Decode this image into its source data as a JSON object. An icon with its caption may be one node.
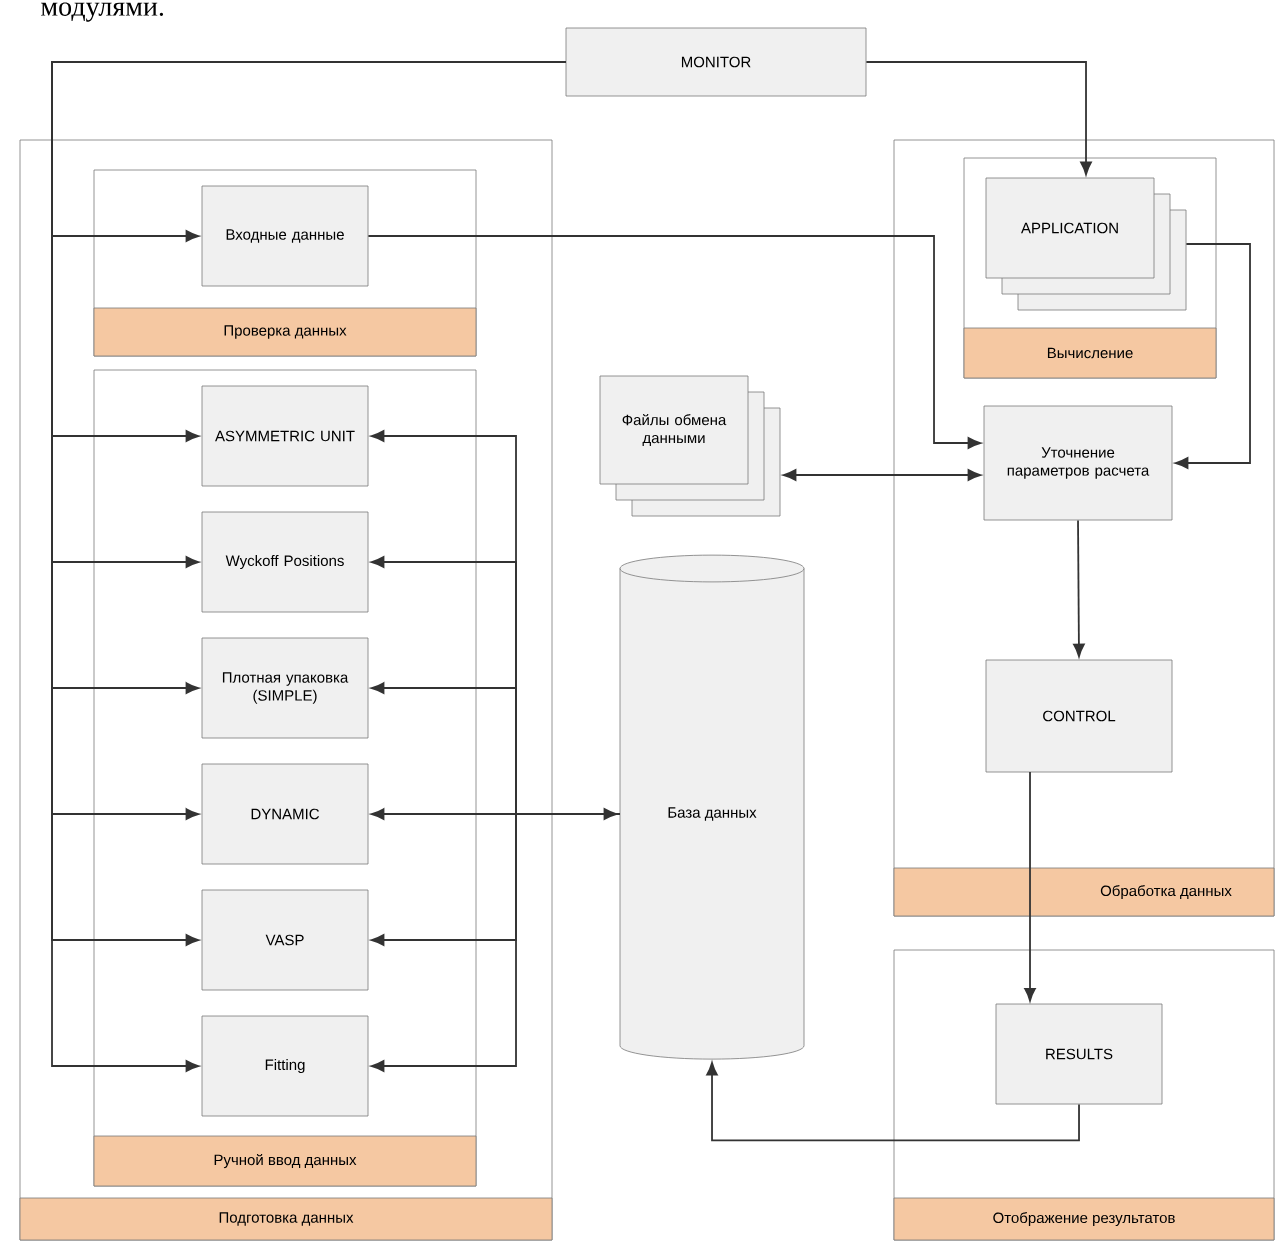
{
  "diagram": {
    "nodes": [
      {
        "text": [
          "MONITOR"
        ]
      },
      {
        "text": [
          "Подготовка данных"
        ]
      },
      {
        "text": [
          "Проверка данных"
        ],
        "in": 1
      },
      {
        "text": [
          "Входные данные"
        ],
        "in": 2
      },
      {
        "text": [
          "Ручной ввод данных"
        ],
        "in": 1
      },
      {
        "text": [
          "ASYMMETRIC UNIT"
        ],
        "in": 4
      },
      {
        "text": [
          "Wyckoff Positions"
        ],
        "in": 4
      },
      {
        "text": [
          "Плотная упаковка (SIMPLE)"
        ],
        "in": 4
      },
      {
        "text": [
          "DYNAMIC"
        ],
        "in": 4
      },
      {
        "text": [
          "VASP"
        ],
        "in": 4
      },
      {
        "text": [
          "Fitting"
        ],
        "in": 4
      },
      {
        "text": [
          "Файлы обмена данными"
        ]
      },
      {
        "text": [
          "База данных"
        ]
      },
      {
        "text": [
          "Обработка данных"
        ]
      },
      {
        "text": [
          "Вычисление"
        ],
        "in": 13
      },
      {
        "text": [
          "APPLICATION"
        ],
        "in": 14
      },
      {
        "text": [
          "Уточнение параметров расчета"
        ],
        "in": 13
      },
      {
        "text": [
          "CONTROL"
        ],
        "in": 13
      },
      {
        "text": [
          "Отображение результатов"
        ]
      },
      {
        "text": [
          "RESULTS"
        ],
        "in": 18
      }
    ],
    "edges": [
      {
        "from": 0,
        "to": 3,
        "arrow": "to"
      },
      {
        "from": 0,
        "to": 5,
        "arrow": "to"
      },
      {
        "from": 0,
        "to": 6,
        "arrow": "to"
      },
      {
        "from": 0,
        "to": 7,
        "arrow": "to"
      },
      {
        "from": 0,
        "to": 8,
        "arrow": "to"
      },
      {
        "from": 0,
        "to": 9,
        "arrow": "to"
      },
      {
        "from": 0,
        "to": 10,
        "arrow": "to"
      },
      {
        "from": 0,
        "to": 15,
        "arrow": "to"
      },
      {
        "from": 3,
        "to": 16,
        "arrow": "to"
      },
      {
        "from": 11,
        "to": 16,
        "arrow": "both"
      },
      {
        "from": 15,
        "to": 16,
        "arrow": "to"
      },
      {
        "from": 16,
        "to": 17,
        "arrow": "to"
      },
      {
        "from": 17,
        "to": 19,
        "arrow": "to"
      },
      {
        "from": 19,
        "to": 12,
        "arrow": "to"
      },
      {
        "from": 12,
        "to": 5,
        "arrow": "to"
      },
      {
        "from": 12,
        "to": 6,
        "arrow": "to"
      },
      {
        "from": 12,
        "to": 7,
        "arrow": "to"
      },
      {
        "from": 12,
        "to": 8,
        "arrow": "both"
      },
      {
        "from": 12,
        "to": 9,
        "arrow": "to"
      },
      {
        "from": 12,
        "to": 10,
        "arrow": "to"
      }
    ],
    "labels": [
      "модулями."
    ]
  }
}
